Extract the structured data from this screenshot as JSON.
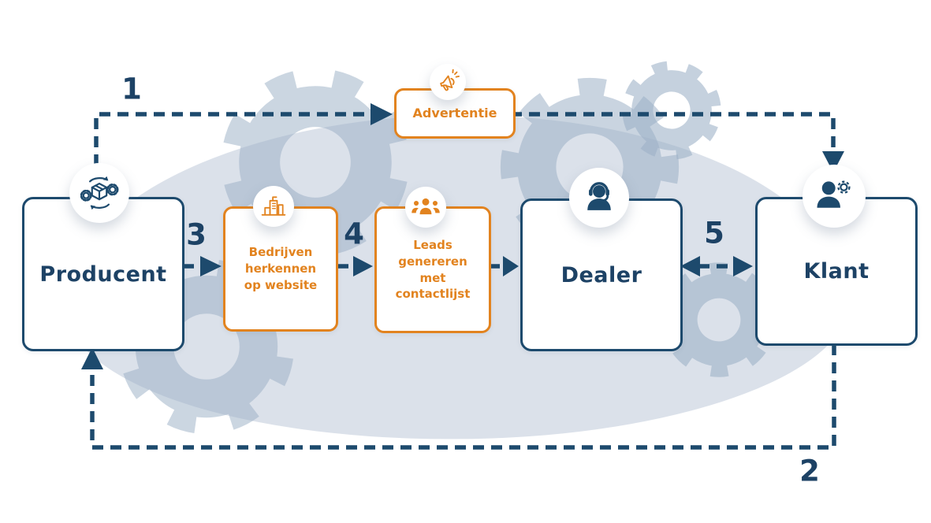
{
  "diagram": {
    "nodes": {
      "producent": {
        "label": "Producent",
        "icon": "production-cycle-icon"
      },
      "bedrijven": {
        "label": "Bedrijven herkennen op website",
        "icon": "building-icon"
      },
      "leads": {
        "label": "Leads genereren met contactlijst",
        "icon": "people-group-icon"
      },
      "dealer": {
        "label": "Dealer",
        "icon": "support-agent-icon"
      },
      "klant": {
        "label": "Klant",
        "icon": "customer-gear-icon"
      },
      "advertentie": {
        "label": "Advertentie",
        "icon": "megaphone-icon"
      }
    },
    "step_labels": {
      "one": "1",
      "two": "2",
      "three": "3",
      "four": "4",
      "five": "5"
    },
    "colors": {
      "navy": "#1d4a6d",
      "navy_text": "#1d4265",
      "orange": "#e2831f",
      "blob": "#dbe1ea",
      "gear": "#9db1c7",
      "white": "#ffffff"
    }
  }
}
